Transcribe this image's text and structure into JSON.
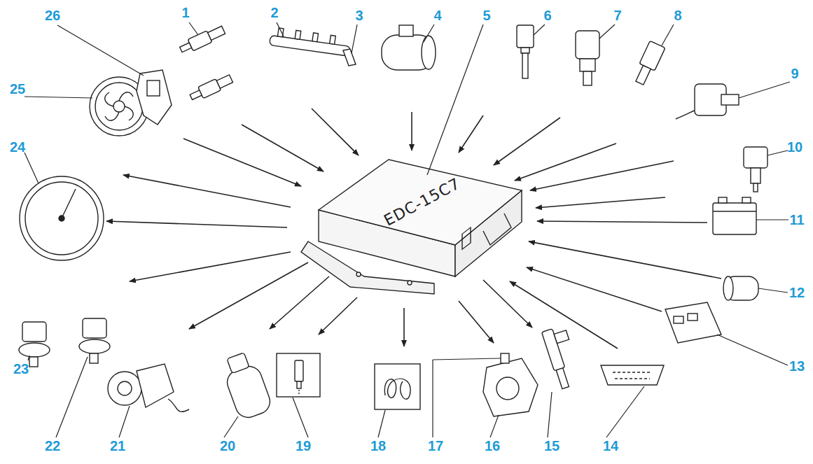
{
  "diagram": {
    "nodes": [
      {
        "text": [
          "EDC-15C7"
        ]
      }
    ],
    "labels": [
      "1",
      "2",
      "3",
      "4",
      "5",
      "6",
      "7",
      "8",
      "9",
      "10",
      "11",
      "12",
      "13",
      "14",
      "15",
      "16",
      "17",
      "18",
      "19",
      "20",
      "21",
      "22",
      "23",
      "24",
      "25",
      "26"
    ]
  }
}
